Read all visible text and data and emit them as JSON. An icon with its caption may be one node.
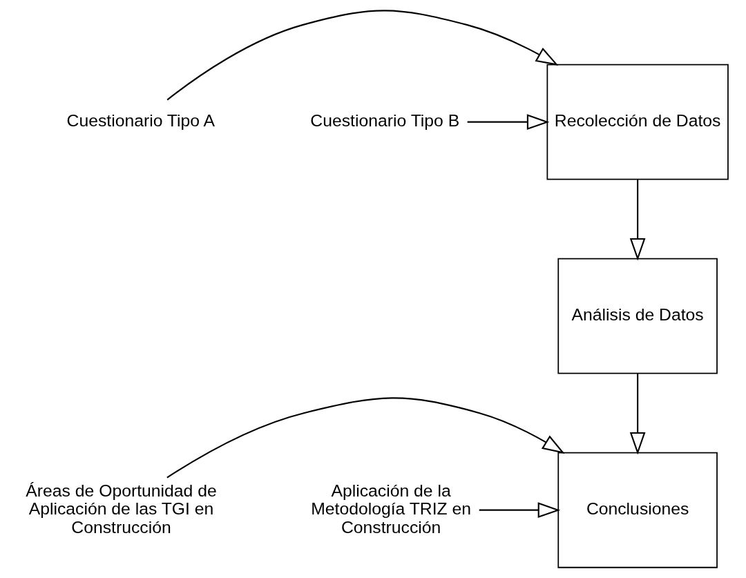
{
  "diagram": {
    "nodes": [
      {
        "text": [
          "Cuestionario Tipo A"
        ]
      },
      {
        "text": [
          "Recolección de Datos"
        ]
      },
      {
        "text": [
          "Cuestionario Tipo B"
        ]
      },
      {
        "text": [
          "Análisis de Datos"
        ]
      },
      {
        "text": [
          "Áreas de Oportunidad de Aplicación de las TGI en Construcción"
        ]
      },
      {
        "text": [
          "Conclusiones"
        ]
      },
      {
        "text": [
          "Aplicación de la Metodología TRIZ en Construcción"
        ]
      }
    ],
    "edges": [
      {
        "from": 0,
        "to": 1,
        "arrow": "to"
      },
      {
        "from": 2,
        "to": 1,
        "arrow": "to"
      },
      {
        "from": 1,
        "to": 3,
        "arrow": "to"
      },
      {
        "from": 3,
        "to": 5,
        "arrow": "to"
      },
      {
        "from": 4,
        "to": 5,
        "arrow": "to"
      },
      {
        "from": 6,
        "to": 5,
        "arrow": "to"
      }
    ]
  }
}
